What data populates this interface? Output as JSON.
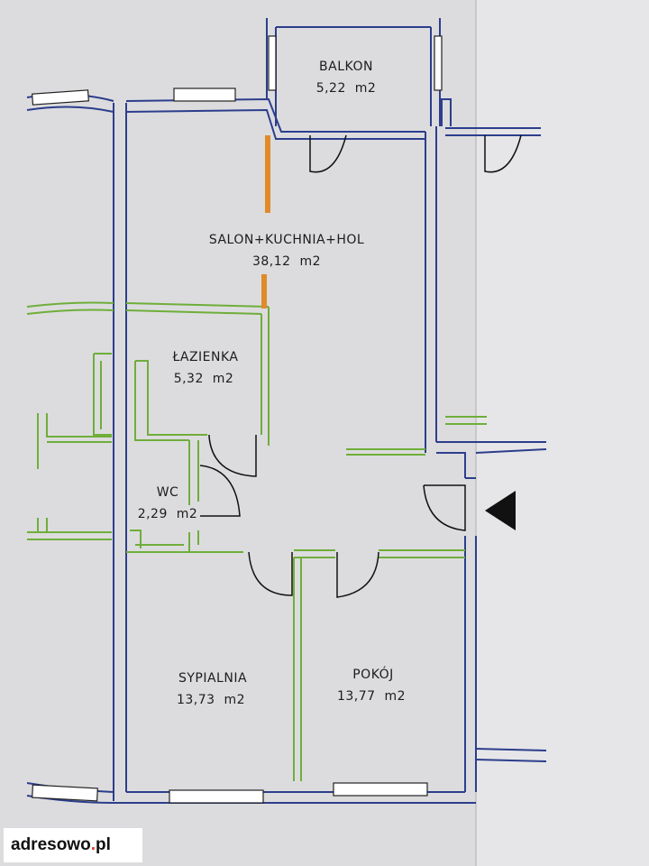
{
  "rooms": [
    {
      "name": "BALKON",
      "area": "5,22  m2"
    },
    {
      "name": "SALON+KUCHNIA+HOL",
      "area": "38,12  m2"
    },
    {
      "name": "ŁAZIENKA",
      "area": "5,32  m2"
    },
    {
      "name": "WC",
      "area": "2,29  m2"
    },
    {
      "name": "SYPIALNIA",
      "area": "13,73  m2"
    },
    {
      "name": "POKÓJ",
      "area": "13,77  m2"
    }
  ],
  "watermark": {
    "brand": "adresowo",
    "dot": ".",
    "tld": "pl"
  },
  "colors": {
    "outer_wall": "#2c3e8c",
    "partition": "#6fae3a",
    "marker": "#e08a2a",
    "entrance_arrow": "#111111",
    "paper": "#dcdcde"
  }
}
